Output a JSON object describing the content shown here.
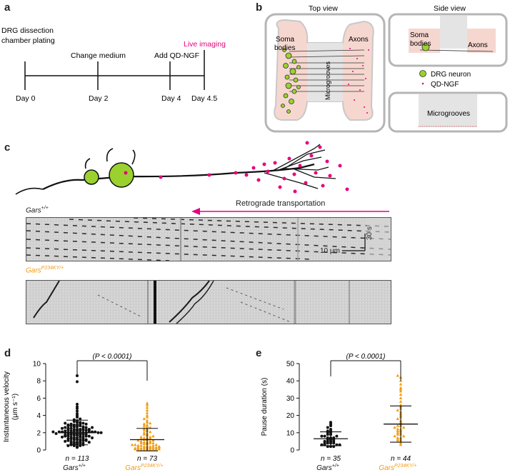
{
  "panels": {
    "a": "a",
    "b": "b",
    "c": "c",
    "d": "d",
    "e": "e"
  },
  "timeline": {
    "events": [
      {
        "top": "DRG dissection",
        "top2": "chamber plating",
        "day": "Day 0"
      },
      {
        "top": "Change medium",
        "day": "Day 2"
      },
      {
        "top": "Add QD-NGF",
        "day": "Day 4"
      },
      {
        "top": "Live imaging",
        "day": "Day 4.5"
      }
    ],
    "highlight_color": "#e6007e"
  },
  "chamber": {
    "top_view_title": "Top view",
    "side_view_title": "Side view",
    "soma_label_1": "Soma",
    "soma_label_2": "bodies",
    "axons_label": "Axons",
    "microgrooves_label": "Microgrooves",
    "legend_neuron": "DRG neuron",
    "legend_qd": "QD-NGF",
    "side_soma_1": "Soma",
    "side_soma_2": "bodies",
    "side_axons": "Axons",
    "bottom_microgrooves": "Microgrooves"
  },
  "transport": {
    "direction_label": "Retrograde transportation",
    "wt_label_base": "Gars",
    "wt_label_sup": "+/+",
    "mut_label_base": "Gars",
    "mut_label_sup": "P234KY/+",
    "scale_x": "10 μm",
    "scale_y": "30 s",
    "mut_color": "#f39c12"
  },
  "chart_data": [
    {
      "type": "scatter",
      "title": "",
      "ylabel_line1": "Instantaneous velocity",
      "ylabel_line2": "(μm s⁻¹)",
      "ylim": [
        0,
        10
      ],
      "yticks": [
        "0",
        "2",
        "4",
        "6",
        "8",
        "10"
      ],
      "significance": "****",
      "pvalue": "(P < 0.0001)",
      "groups": [
        {
          "n_label": "n = 113",
          "name_base": "Gars",
          "name_sup": "+/+",
          "mean": 2.0,
          "sd_low": 0.6,
          "sd_high": 3.45,
          "color": "#111111",
          "marker": "circle",
          "values": [
            0.3,
            0.4,
            0.5,
            0.5,
            0.6,
            0.7,
            0.7,
            0.8,
            0.8,
            0.9,
            0.9,
            1.0,
            1.0,
            1.1,
            1.1,
            1.2,
            1.2,
            1.2,
            1.3,
            1.3,
            1.4,
            1.4,
            1.5,
            1.5,
            1.5,
            1.6,
            1.6,
            1.6,
            1.7,
            1.7,
            1.7,
            1.8,
            1.8,
            1.8,
            1.9,
            1.9,
            1.9,
            2.0,
            2.0,
            2.0,
            2.0,
            2.0,
            2.1,
            2.1,
            2.1,
            2.1,
            2.1,
            2.2,
            2.2,
            2.2,
            2.2,
            2.3,
            2.3,
            2.3,
            2.4,
            2.4,
            2.4,
            2.5,
            2.5,
            2.5,
            2.6,
            2.6,
            2.7,
            2.7,
            2.8,
            2.8,
            2.9,
            2.9,
            3.0,
            3.0,
            3.1,
            3.2,
            3.3,
            3.4,
            3.5,
            3.6,
            3.8,
            4.0,
            4.2,
            4.5,
            4.8,
            5.0,
            5.3,
            7.9,
            8.6,
            1.9,
            2.0,
            2.1,
            1.8,
            2.2,
            2.3,
            1.7,
            2.4,
            1.6,
            2.0,
            1.5,
            2.5,
            1.4,
            2.6,
            1.3,
            2.7,
            1.2,
            2.8,
            1.1,
            2.9,
            1.0,
            3.0,
            0.9,
            3.1,
            0.8,
            3.2,
            0.6,
            0.5
          ]
        },
        {
          "n_label": "n = 73",
          "name_base": "Gars",
          "name_sup": "P234KY/+",
          "mean": 1.2,
          "sd_low": -0.1,
          "sd_high": 2.5,
          "color": "#f39c12",
          "marker": "triangle",
          "values": [
            0.0,
            0.0,
            0.0,
            0.0,
            0.1,
            0.1,
            0.1,
            0.1,
            0.2,
            0.2,
            0.2,
            0.2,
            0.3,
            0.3,
            0.3,
            0.4,
            0.4,
            0.4,
            0.5,
            0.5,
            0.5,
            0.6,
            0.6,
            0.7,
            0.7,
            0.8,
            0.8,
            0.9,
            0.9,
            1.0,
            1.0,
            1.1,
            1.1,
            1.2,
            1.2,
            1.3,
            1.3,
            1.4,
            1.4,
            1.5,
            1.5,
            1.6,
            1.7,
            1.8,
            1.9,
            2.0,
            2.1,
            2.2,
            2.3,
            2.4,
            2.5,
            2.6,
            2.7,
            2.8,
            2.9,
            3.0,
            3.1,
            3.2,
            3.4,
            3.6,
            3.8,
            4.0,
            4.3,
            4.6,
            4.9,
            5.2,
            5.4,
            0.1,
            0.2,
            0.3,
            0.4,
            0.6,
            0.8
          ]
        }
      ]
    },
    {
      "type": "scatter",
      "title": "",
      "ylabel_line1": "Pause duration (s)",
      "ylim": [
        0,
        50
      ],
      "yticks": [
        "0",
        "10",
        "20",
        "30",
        "40",
        "50"
      ],
      "significance": "****",
      "pvalue": "(P < 0.0001)",
      "groups": [
        {
          "n_label": "n = 35",
          "name_base": "Gars",
          "name_sup": "+/+",
          "mean": 6.5,
          "sd_low": 2.5,
          "sd_high": 10.5,
          "color": "#111111",
          "marker": "circle",
          "values": [
            2,
            2,
            2,
            3,
            3,
            3,
            3,
            4,
            4,
            4,
            4,
            5,
            5,
            5,
            5,
            6,
            6,
            6,
            7,
            7,
            7,
            8,
            8,
            8,
            9,
            9,
            10,
            10,
            11,
            11,
            12,
            13,
            14,
            15,
            16
          ]
        },
        {
          "n_label": "n = 44",
          "name_base": "Gars",
          "name_sup": "P234KY/+",
          "mean": 15.0,
          "sd_low": 4.5,
          "sd_high": 25.5,
          "color": "#f39c12",
          "marker": "triangle",
          "values": [
            3,
            4,
            5,
            5,
            6,
            6,
            7,
            7,
            8,
            8,
            9,
            9,
            10,
            10,
            11,
            11,
            12,
            12,
            13,
            13,
            14,
            14,
            15,
            16,
            17,
            18,
            19,
            20,
            21,
            22,
            23,
            24,
            25,
            26,
            28,
            30,
            32,
            34,
            36,
            38,
            40,
            42,
            43,
            35
          ]
        }
      ]
    }
  ]
}
